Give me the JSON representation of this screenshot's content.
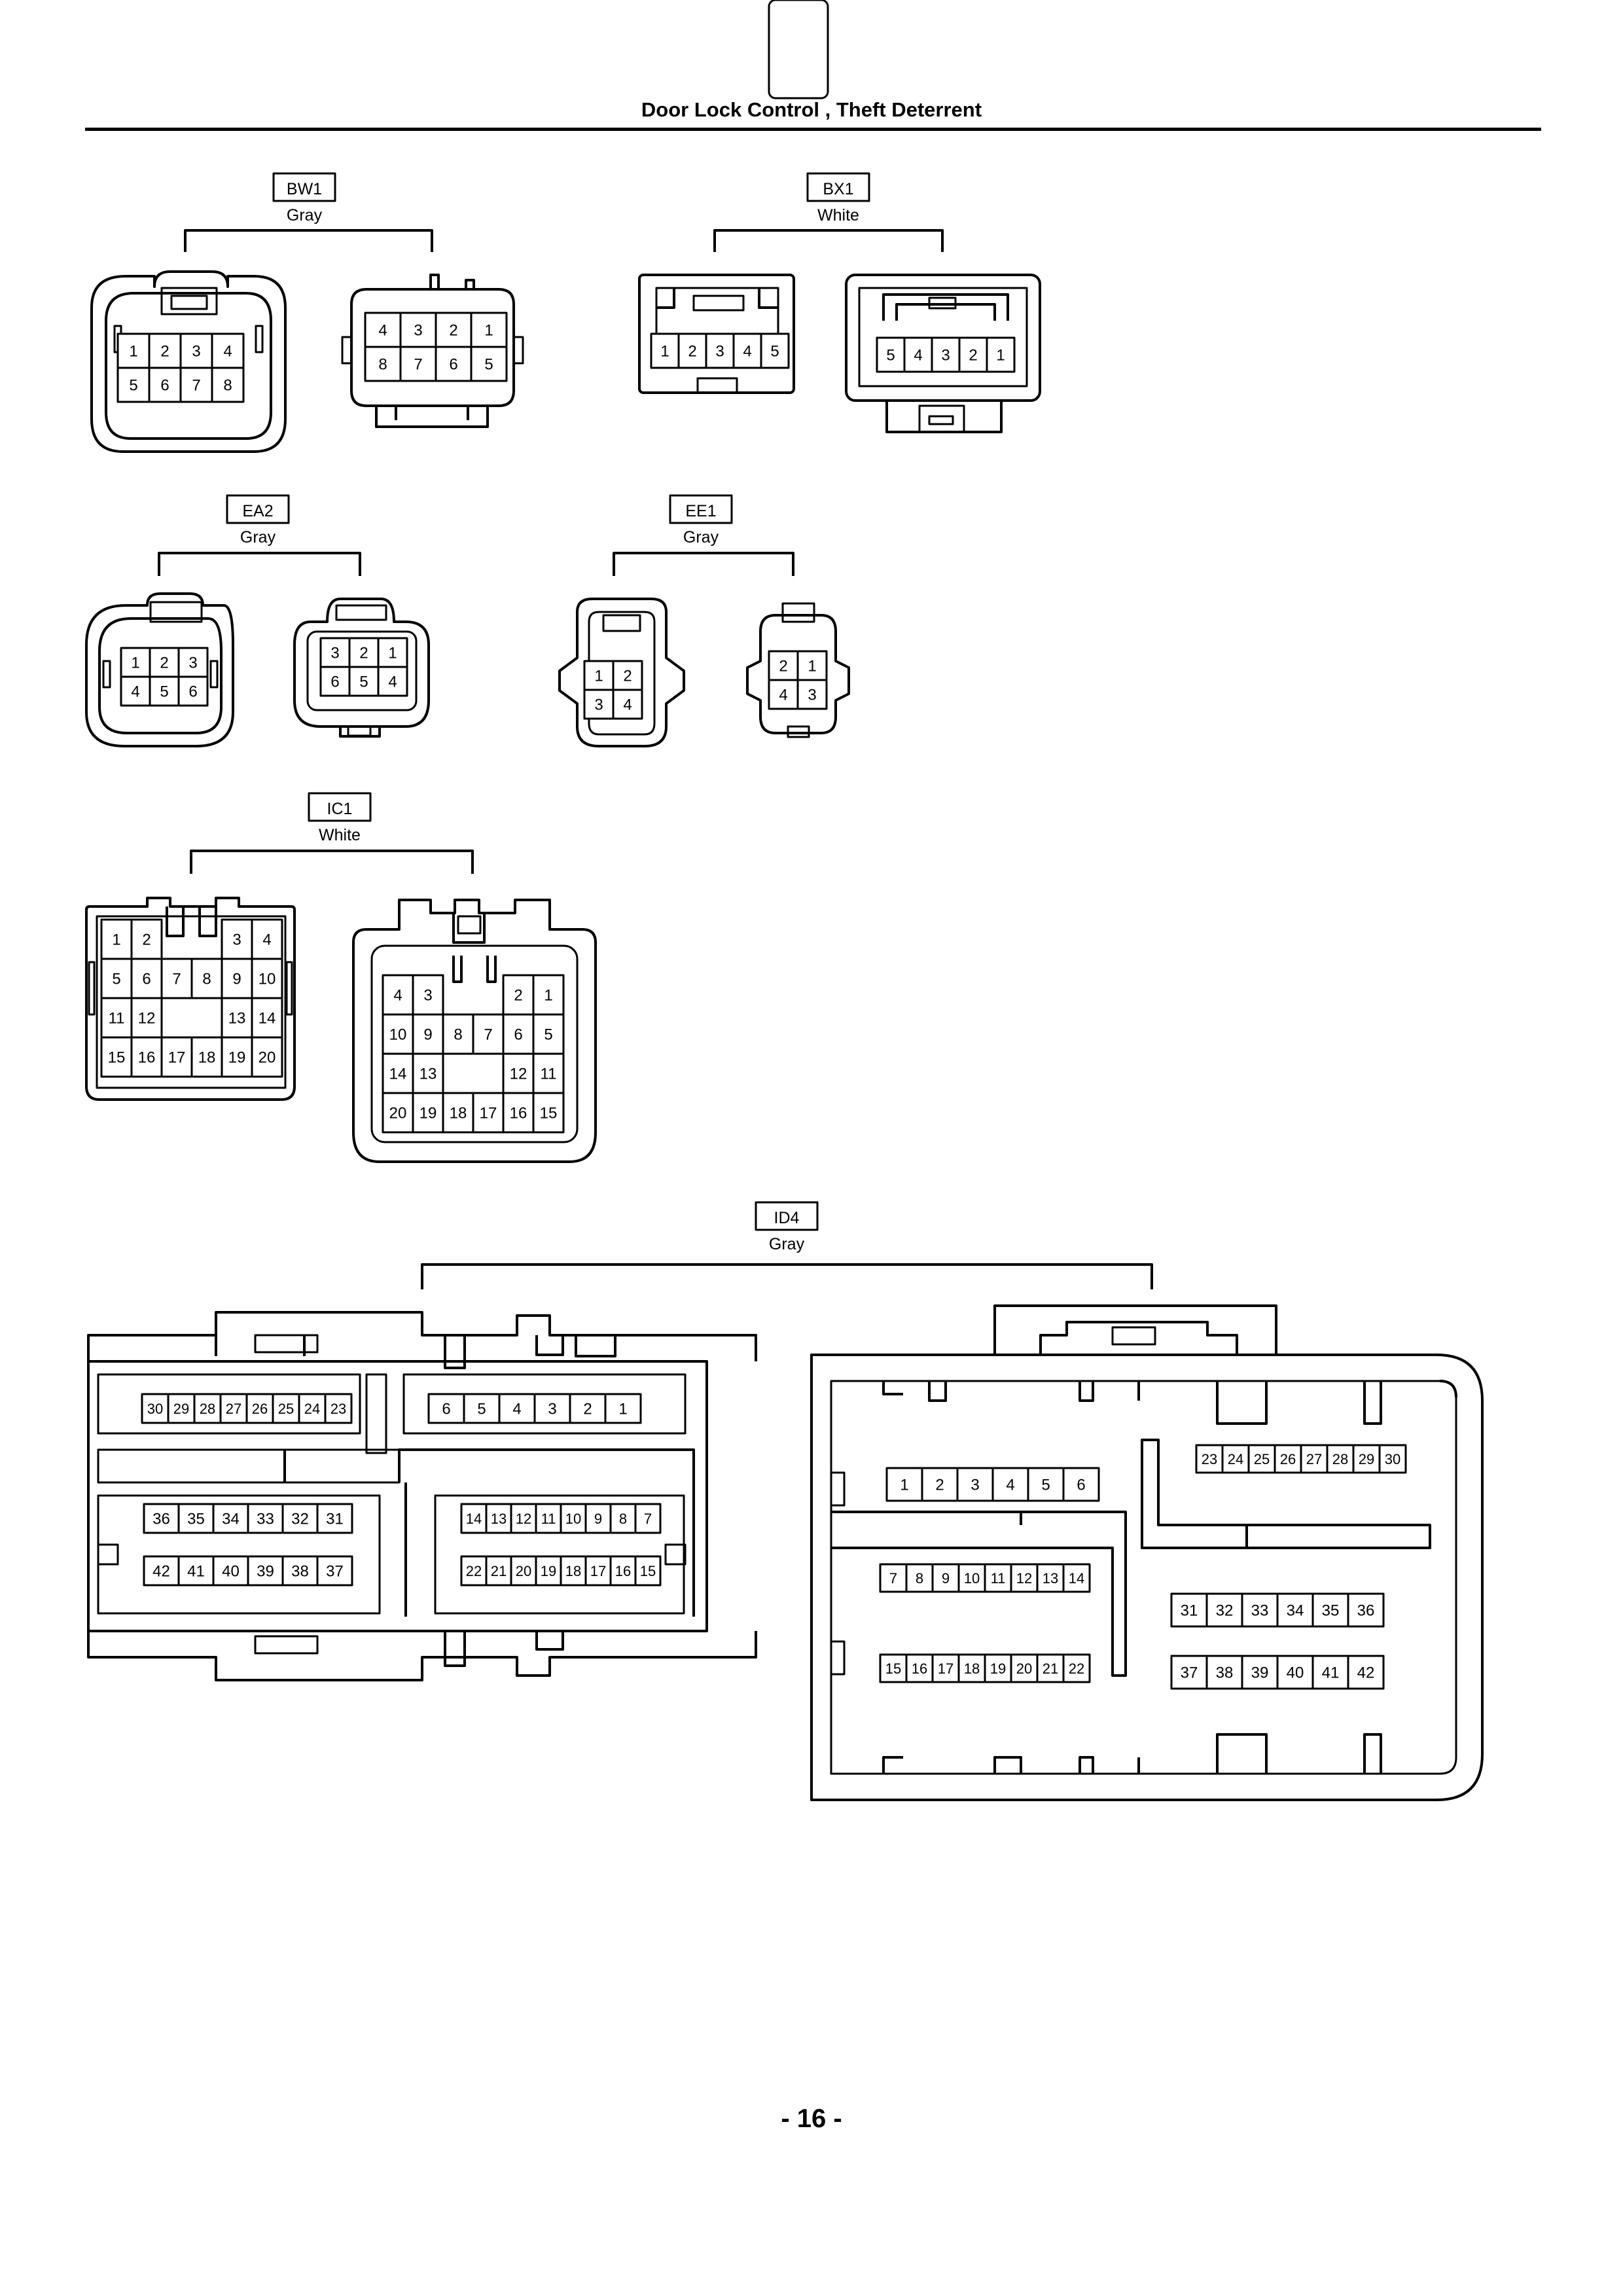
{
  "page": {
    "title": "Door Lock Control , Theft Deterrent",
    "page_number": "- 16 -"
  },
  "connectors": [
    {
      "id": "BW1",
      "color": "Gray",
      "views": [
        {
          "rows": [
            [
              "1",
              "2",
              "3",
              "4"
            ],
            [
              "5",
              "6",
              "7",
              "8"
            ]
          ]
        },
        {
          "rows": [
            [
              "4",
              "3",
              "2",
              "1"
            ],
            [
              "8",
              "7",
              "6",
              "5"
            ]
          ]
        }
      ]
    },
    {
      "id": "BX1",
      "color": "White",
      "views": [
        {
          "rows": [
            [
              "1",
              "2",
              "3",
              "4",
              "5"
            ]
          ]
        },
        {
          "rows": [
            [
              "5",
              "4",
              "3",
              "2",
              "1"
            ]
          ]
        }
      ]
    },
    {
      "id": "EA2",
      "color": "Gray",
      "views": [
        {
          "rows": [
            [
              "1",
              "2",
              "3"
            ],
            [
              "4",
              "5",
              "6"
            ]
          ]
        },
        {
          "rows": [
            [
              "3",
              "2",
              "1"
            ],
            [
              "6",
              "5",
              "4"
            ]
          ]
        }
      ]
    },
    {
      "id": "EE1",
      "color": "Gray",
      "views": [
        {
          "rows": [
            [
              "1",
              "2"
            ],
            [
              "3",
              "4"
            ]
          ]
        },
        {
          "rows": [
            [
              "2",
              "1"
            ],
            [
              "4",
              "3"
            ]
          ]
        }
      ]
    },
    {
      "id": "IC1",
      "color": "White",
      "views": [
        {
          "rows": [
            [
              "1",
              "2",
              "",
              "",
              "3",
              "4"
            ],
            [
              "5",
              "6",
              "7",
              "8",
              "9",
              "10"
            ],
            [
              "11",
              "12",
              "",
              "",
              "13",
              "14"
            ],
            [
              "15",
              "16",
              "17",
              "18",
              "19",
              "20"
            ]
          ]
        },
        {
          "rows": [
            [
              "4",
              "3",
              "",
              "",
              "2",
              "1"
            ],
            [
              "10",
              "9",
              "8",
              "7",
              "6",
              "5"
            ],
            [
              "14",
              "13",
              "",
              "",
              "12",
              "11"
            ],
            [
              "20",
              "19",
              "18",
              "17",
              "16",
              "15"
            ]
          ]
        }
      ]
    },
    {
      "id": "ID4",
      "color": "Gray",
      "views": [
        {
          "groups": [
            [
              "30",
              "29",
              "28",
              "27",
              "26",
              "25",
              "24",
              "23"
            ],
            [
              "6",
              "5",
              "4",
              "3",
              "2",
              "1"
            ],
            [
              "36",
              "35",
              "34",
              "33",
              "32",
              "31"
            ],
            [
              "42",
              "41",
              "40",
              "39",
              "38",
              "37"
            ],
            [
              "14",
              "13",
              "12",
              "11",
              "10",
              "9",
              "8",
              "7"
            ],
            [
              "22",
              "21",
              "20",
              "19",
              "18",
              "17",
              "16",
              "15"
            ]
          ]
        },
        {
          "groups": [
            [
              "1",
              "2",
              "3",
              "4",
              "5",
              "6"
            ],
            [
              "23",
              "24",
              "25",
              "26",
              "27",
              "28",
              "29",
              "30"
            ],
            [
              "7",
              "8",
              "9",
              "10",
              "11",
              "12",
              "13",
              "14"
            ],
            [
              "31",
              "32",
              "33",
              "34",
              "35",
              "36"
            ],
            [
              "15",
              "16",
              "17",
              "18",
              "19",
              "20",
              "21",
              "22"
            ],
            [
              "37",
              "38",
              "39",
              "40",
              "41",
              "42"
            ]
          ]
        }
      ]
    }
  ]
}
